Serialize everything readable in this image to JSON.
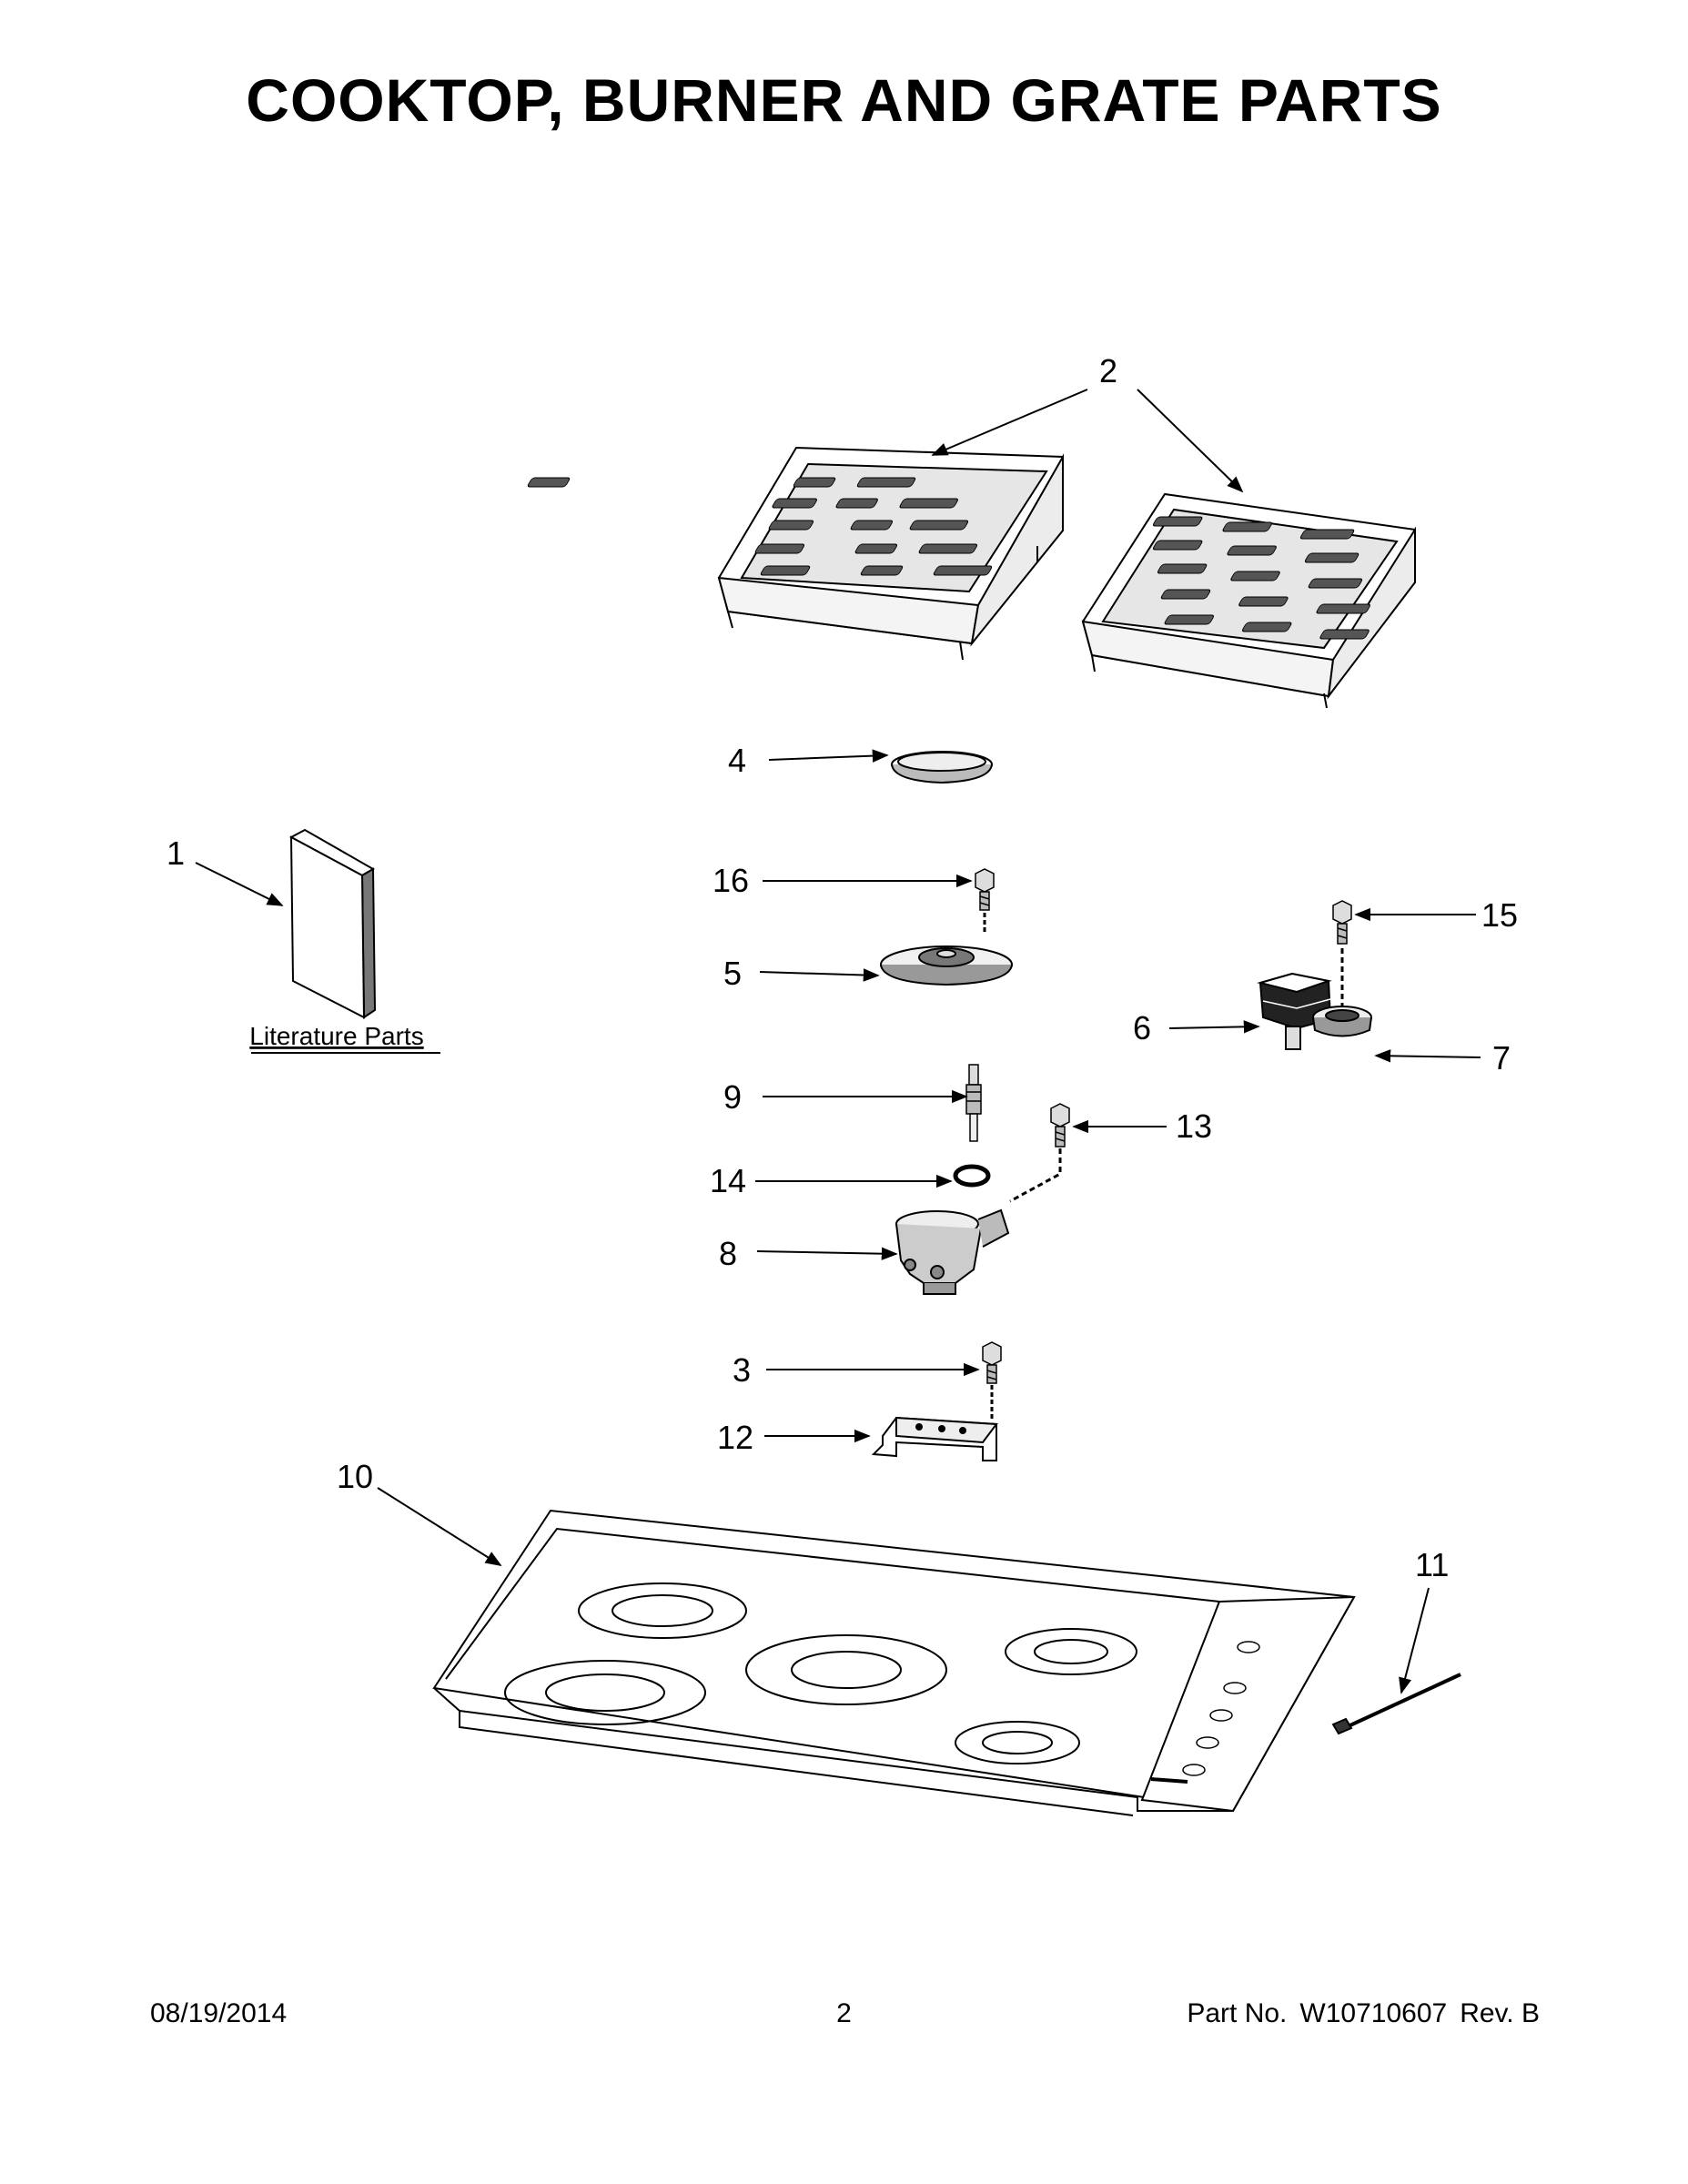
{
  "title": "COOKTOP, BURNER AND GRATE PARTS",
  "literature_label": "Literature Parts",
  "callouts": {
    "n1": "1",
    "n2": "2",
    "n3": "3",
    "n4": "4",
    "n5": "5",
    "n6": "6",
    "n7": "7",
    "n8": "8",
    "n9": "9",
    "n10": "10",
    "n11": "11",
    "n12": "12",
    "n13": "13",
    "n14": "14",
    "n15": "15",
    "n16": "16"
  },
  "footer": {
    "date": "08/19/2014",
    "page": "2",
    "part_label": "Part No.",
    "part_number": "W10710607",
    "revision": "Rev. B"
  }
}
